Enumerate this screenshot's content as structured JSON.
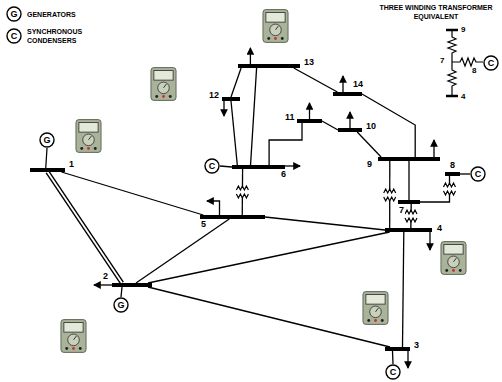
{
  "diagram": {
    "nodes": [
      {
        "text": [
          "G"
        ]
      },
      {
        "text": [
          "C"
        ]
      },
      {
        "text": [
          "13"
        ]
      },
      {
        "text": [
          "14"
        ]
      },
      {
        "text": [
          "12"
        ]
      },
      {
        "text": [
          "11"
        ]
      },
      {
        "text": [
          "10"
        ]
      },
      {
        "text": [
          "1"
        ]
      },
      {
        "text": [
          "G"
        ]
      },
      {
        "text": [
          "6"
        ]
      },
      {
        "text": [
          "C"
        ]
      },
      {
        "text": [
          "9"
        ]
      },
      {
        "text": [
          "7"
        ]
      },
      {
        "text": [
          "8"
        ]
      },
      {
        "text": [
          "C"
        ]
      },
      {
        "text": [
          "5"
        ]
      },
      {
        "text": [
          "4"
        ]
      },
      {
        "text": [
          "2"
        ]
      },
      {
        "text": [
          "G"
        ]
      },
      {
        "text": [
          "3"
        ]
      },
      {
        "text": [
          "C"
        ]
      },
      {
        "text": [
          "C"
        ]
      }
    ],
    "edges": [
      {
        "from": 8,
        "to": 7,
        "arrow": "none"
      },
      {
        "from": 18,
        "to": 17,
        "arrow": "none"
      },
      {
        "from": 20,
        "to": 19,
        "arrow": "none"
      },
      {
        "from": 10,
        "to": 9,
        "arrow": "none"
      },
      {
        "from": 14,
        "to": 13,
        "arrow": "none"
      },
      {
        "from": 7,
        "to": 17,
        "arrow": "none"
      },
      {
        "from": 7,
        "to": 15,
        "arrow": "none"
      },
      {
        "from": 17,
        "to": 19,
        "arrow": "none"
      },
      {
        "from": 17,
        "to": 16,
        "arrow": "none"
      },
      {
        "from": 17,
        "to": 15,
        "arrow": "none"
      },
      {
        "from": 19,
        "to": 16,
        "arrow": "none"
      },
      {
        "from": 15,
        "to": 16,
        "arrow": "none"
      },
      {
        "from": 16,
        "to": 12,
        "arrow": "none"
      },
      {
        "from": 16,
        "to": 11,
        "arrow": "none"
      },
      {
        "from": 15,
        "to": 9,
        "arrow": "none"
      },
      {
        "from": 9,
        "to": 5,
        "arrow": "none"
      },
      {
        "from": 9,
        "to": 4,
        "arrow": "none"
      },
      {
        "from": 9,
        "to": 2,
        "arrow": "none"
      },
      {
        "from": 12,
        "to": 13,
        "arrow": "none"
      },
      {
        "from": 12,
        "to": 11,
        "arrow": "none"
      },
      {
        "from": 11,
        "to": 6,
        "arrow": "none"
      },
      {
        "from": 11,
        "to": 3,
        "arrow": "none"
      },
      {
        "from": 6,
        "to": 5,
        "arrow": "none"
      },
      {
        "from": 4,
        "to": 2,
        "arrow": "none"
      },
      {
        "from": 2,
        "to": 3,
        "arrow": "none"
      }
    ],
    "labels": [
      "THREE WINDING TRANSFORMER EQUIVALENT",
      "9",
      "7",
      "8",
      "4"
    ],
    "legend": [
      {
        "text": "GENERATORS"
      },
      {
        "text": "SYNCHRONOUS CONDENSERS"
      }
    ]
  }
}
